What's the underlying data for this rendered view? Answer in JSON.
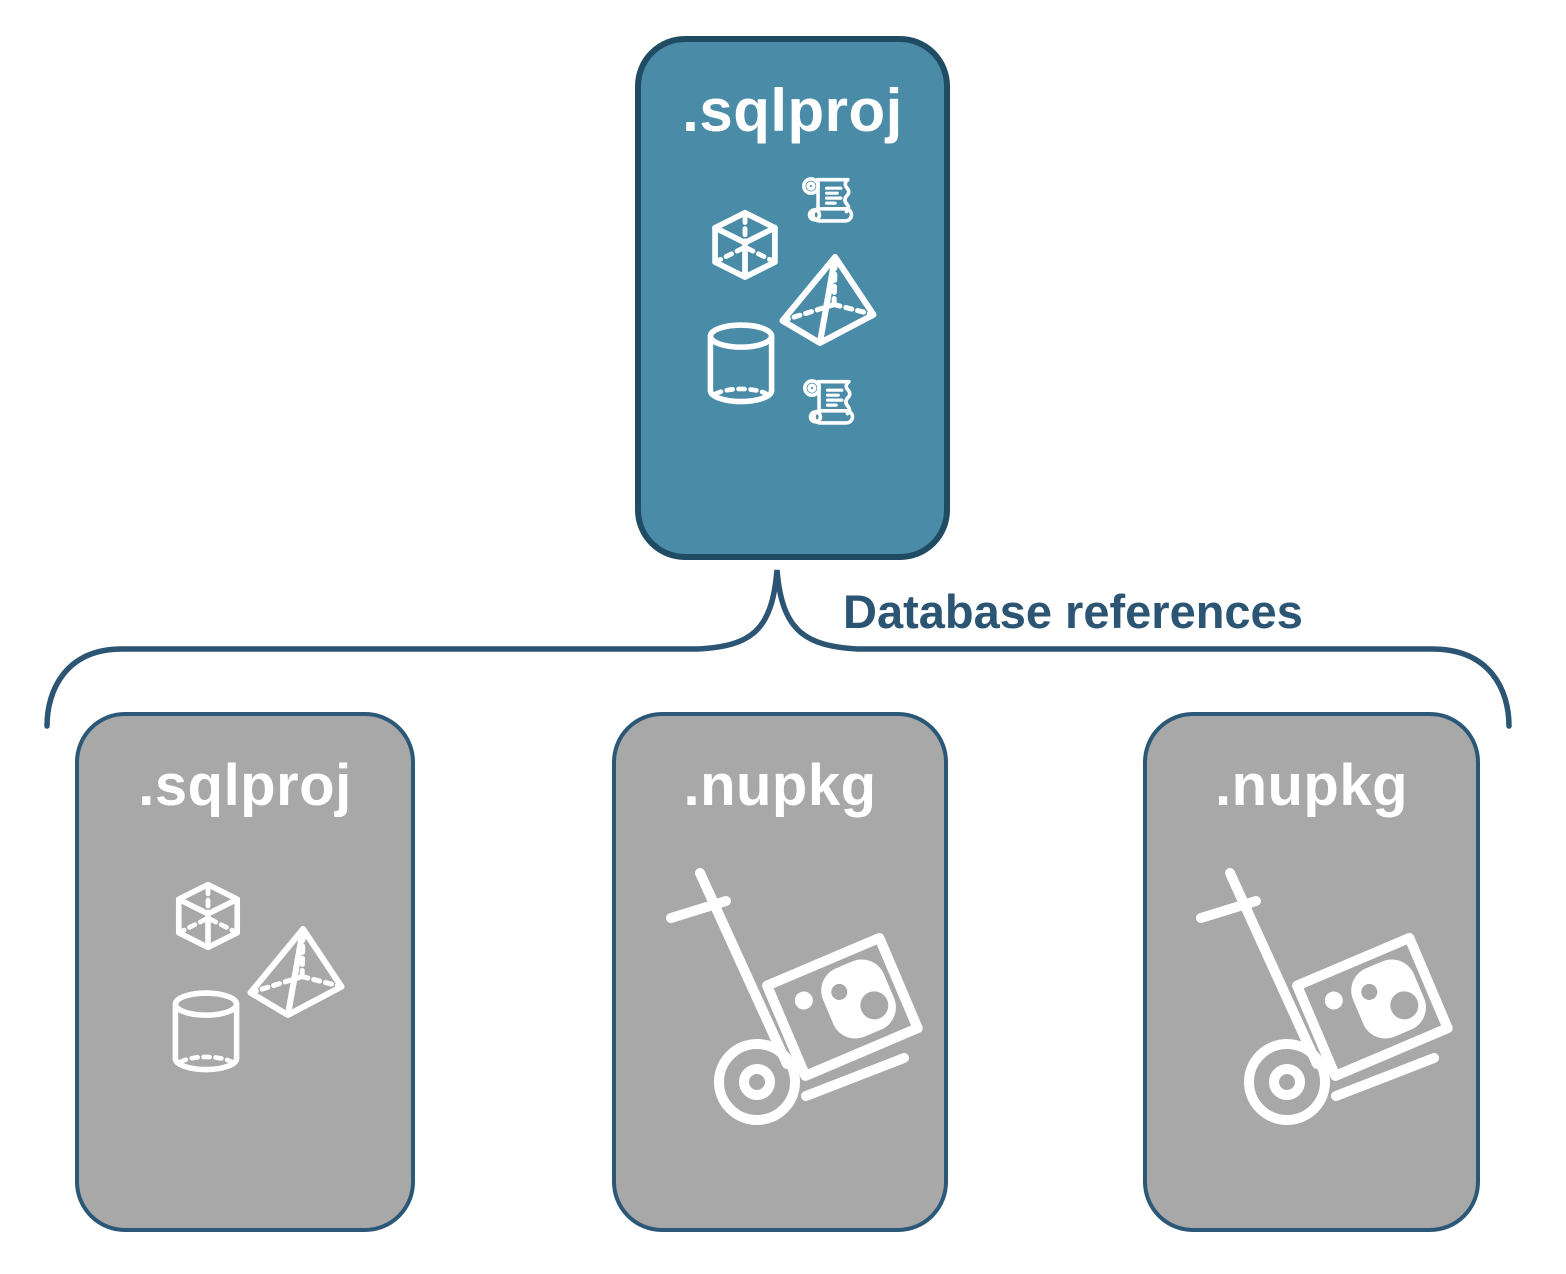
{
  "diagram": {
    "root": {
      "label": ".sqlproj",
      "fill_color": "#4A8CA8",
      "border_color": "#1F4B63",
      "icons": [
        "scroll-icon",
        "cube-icon",
        "pyramid-icon",
        "cylinder-icon",
        "scroll-icon"
      ]
    },
    "edge_label": "Database references",
    "connector_color": "#2B5573",
    "children": [
      {
        "label": ".sqlproj",
        "icons": [
          "cube-icon",
          "pyramid-icon",
          "cylinder-icon"
        ]
      },
      {
        "label": ".nupkg",
        "icons": [
          "package-dolly-icon"
        ]
      },
      {
        "label": ".nupkg",
        "icons": [
          "package-dolly-icon"
        ]
      }
    ],
    "child_fill_color": "#A8A8A8",
    "child_border_color": "#2C5878",
    "box_text_color": "#FFFFFF"
  }
}
